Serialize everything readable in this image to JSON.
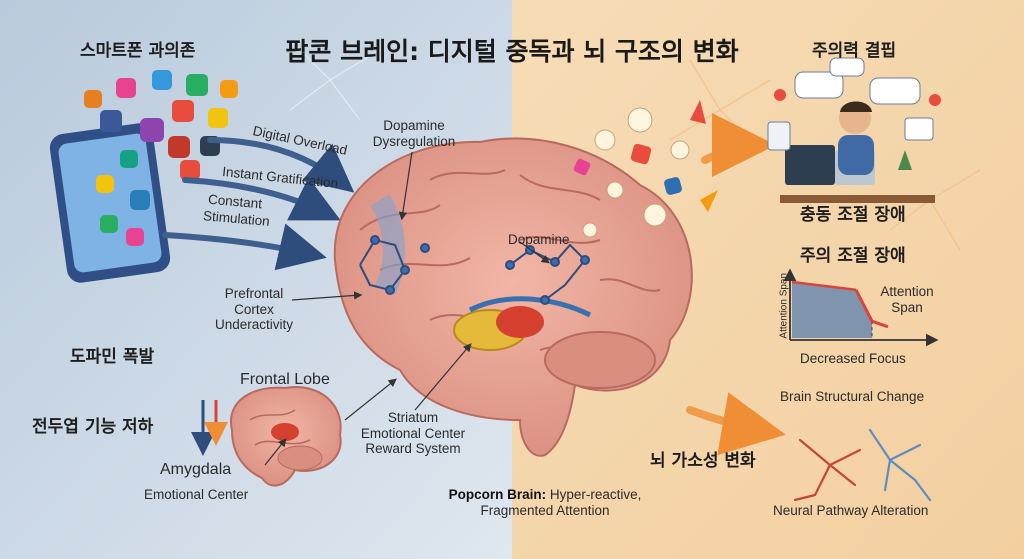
{
  "title": "팝콘 브레인: 디지털 중독과 뇌 구조의 변화",
  "left": {
    "smartphone_heading": "스마트폰 과의존",
    "arrow_labels": [
      "Digital Overload",
      "Instant Gratification",
      "Constant",
      "Stimulation"
    ],
    "dopamine_burst": "도파민 폭발",
    "frontal_decline": "전두엽 기능 저하",
    "frontal_lobe": "Frontal Lobe",
    "amygdala": "Amygdala",
    "amygdala_role": "Emotional Center"
  },
  "center": {
    "dopamine_dysreg": [
      "Dopamine",
      "Dysregulation"
    ],
    "prefrontal": [
      "Prefrontal",
      "Cortex",
      "Underactivity"
    ],
    "dopamine": "Dopamine",
    "striatum": [
      "Striatum",
      "Emotional Center",
      "Reward System"
    ],
    "popcorn_bold": "Popcorn Brain:",
    "popcorn_rest": " Hyper-reactive,",
    "popcorn_line2": "Fragmented Attention"
  },
  "right": {
    "attention_lapse": "주의력 결핍",
    "impulse": "충동 조절 장애",
    "attention_reg": "주의 조절 장애",
    "y_axis": "Attention Span",
    "curve_label": [
      "Attention",
      "Span"
    ],
    "x_axis": "Decreased Focus",
    "structural": "Brain Structural Change",
    "plasticity": "뇌 가소성 변화",
    "neural": "Neural Pathway Alteration"
  },
  "colors": {
    "left_bg": "#c9d7e4",
    "right_bg": "#f4d8b0",
    "brain": "#e9a79a",
    "arrow_blue": "#3f5f8f",
    "arrow_orange": "#ef9b4a",
    "curve_blue": "#5a7fb0",
    "curve_red": "#d9443a"
  },
  "chart_data": {
    "type": "line",
    "x": [
      0,
      2,
      4,
      5,
      6
    ],
    "series": [
      {
        "values": [
          100,
          93,
          86,
          30,
          20
        ]
      }
    ],
    "xlabel": "Decreased Focus",
    "ylabel": "Attention Span",
    "annotations": [
      "Attention Span"
    ],
    "grid": false
  }
}
